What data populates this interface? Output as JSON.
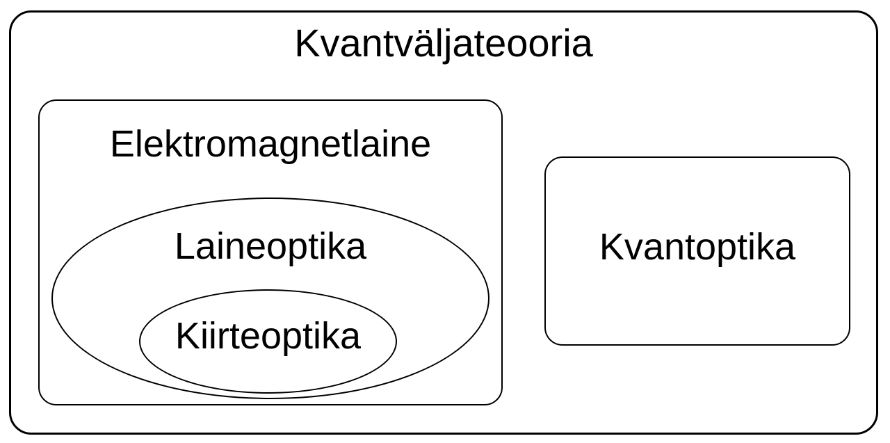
{
  "diagram": {
    "type": "euler-set-diagram",
    "background_color": "#ffffff",
    "stroke_color": "#000000",
    "nodes": [
      {
        "id": "kvantvaljateooria",
        "label": "Kvantväljateooria",
        "shape": "rounded-rect",
        "parent": null
      },
      {
        "id": "elektromagnetlaine",
        "label": "Elektromagnetlaine",
        "shape": "rounded-rect",
        "parent": "kvantvaljateooria"
      },
      {
        "id": "laineoptika",
        "label": "Laineoptika",
        "shape": "ellipse",
        "parent": "elektromagnetlaine"
      },
      {
        "id": "kiirteoptika",
        "label": "Kiirteoptika",
        "shape": "ellipse",
        "parent": "laineoptika"
      },
      {
        "id": "kvantoptika",
        "label": "Kvantoptika",
        "shape": "rounded-rect",
        "parent": "kvantvaljateooria"
      }
    ]
  }
}
